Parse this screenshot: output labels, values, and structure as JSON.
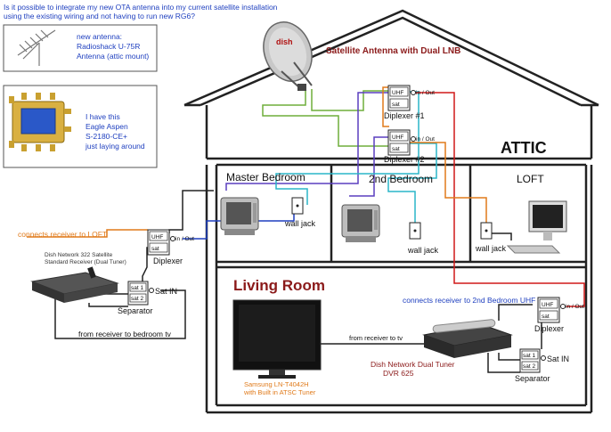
{
  "question": [
    "Is it possible to integrate my new OTA antenna into my current satellite installation",
    "using the existing wiring and not having to run new RG6?"
  ],
  "antenna_box": [
    "new antenna:",
    "Radioshack U-75R",
    "Antenna (attic mount)"
  ],
  "switch_box": [
    "I have this",
    "Eagle Aspen",
    "S-2180-CE+",
    "just laying around"
  ],
  "satellite_label": "Satellite Antenna with Dual LNB",
  "dish_logo": "dish",
  "attic_label": "ATTIC",
  "rooms": {
    "master": "Master Bedroom",
    "second": "2nd Bedroom",
    "loft": "LOFT",
    "living": "Living Room"
  },
  "diplexer_1": "Diplexer #1",
  "diplexer_2": "Diplexer #2",
  "diplexer": "Diplexer",
  "separator": "Separator",
  "port_uhf": "UHF",
  "port_sat": "sat",
  "port_inout": "in / Out",
  "port_sat1": "sat 1",
  "port_sat2": "sat 2",
  "sat_in": "Sat IN",
  "wall_jack": "wall jack",
  "connects_loft": "connects receiver to LOFT",
  "receiver_322": [
    "Dish Network 322 Satellite",
    "Standard Receiver (Dual Tuner)"
  ],
  "from_receiver_bedroom": "from receiver to bedroom tv",
  "connects_2nd": "connects receiver to 2nd Bedroom UHF",
  "from_receiver_tv": "from receiver to tv",
  "samsung": [
    "Samsung LN-T4042H",
    "with Built in ATSC Tuner"
  ],
  "dvr": [
    "Dish Network Dual Tuner",
    "DVR 625"
  ],
  "colors": {
    "blue_text": "#1e3fbf",
    "orange": "#e07a1a",
    "green": "#6fae3a",
    "purple": "#5a3fbf",
    "red": "#d01818",
    "teal": "#2ab5c8",
    "brown": "#8c5a1e",
    "darkred": "#8b1a1a"
  }
}
